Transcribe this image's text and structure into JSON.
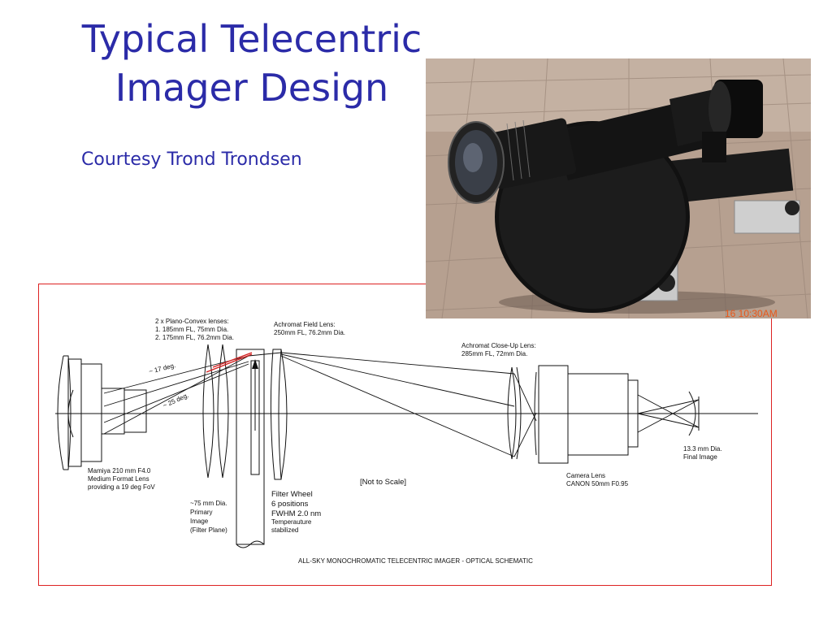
{
  "slide": {
    "title_line1": "Typical Telecentric",
    "title_line2": "Imager Design",
    "subtitle": "Courtesy Trond Trondsen"
  },
  "schematic": {
    "plano_convex": [
      "2 x Plano-Convex lenses:",
      "1.  185mm FL, 75mm Dia.",
      "2.  175mm FL, 76.2mm Dia."
    ],
    "achromat_field": [
      "Achromat Field Lens:",
      "250mm FL, 76.2mm Dia."
    ],
    "achromat_closeup": [
      "Achromat Close-Up Lens:",
      "285mm FL, 72mm Dia."
    ],
    "angle_17": "~ 17 deg.",
    "angle_25": "~ 25 deg.",
    "mamiya": [
      "Mamiya 210 mm F4.0",
      "Medium Format Lens",
      "providing a 19 deg FoV"
    ],
    "primary_image": [
      "~75 mm  Dia.",
      "Primary",
      "Image",
      "(Filter Plane)"
    ],
    "filter_wheel": [
      "Filter Wheel",
      "6 positions",
      "FWHM 2.0 nm",
      "Temperauture",
      "stabilized"
    ],
    "not_to_scale": "[Not to Scale]",
    "camera_lens": [
      "Camera Lens",
      "CANON 50mm F0.95"
    ],
    "final_image": [
      "13.3 mm Dia.",
      "Final Image"
    ],
    "caption": "ALL-SKY MONOCHROMATIC TELECENTRIC IMAGER  -  OPTICAL SCHEMATIC"
  },
  "photo": {
    "timestamp": "16  10:30AM",
    "colors": {
      "roof": "#b39d8c",
      "camera": "#151515",
      "timestamp": "#e8581a"
    }
  },
  "colors": {
    "title": "#2b2ba8",
    "frame_border": "#dd2222"
  }
}
